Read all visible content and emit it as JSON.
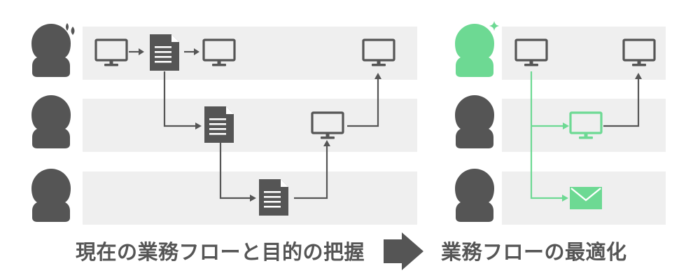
{
  "captions": {
    "before": "現在の業務フローと目的の把握",
    "after": "業務フローの最適化"
  },
  "colors": {
    "lane": "#efefef",
    "dark": "#555555",
    "accent": "#6dd993",
    "white": "#ffffff"
  },
  "icons": {
    "person": "person-icon",
    "monitor": "monitor-icon",
    "document": "document-icon",
    "mail": "mail-icon",
    "sweat": "sweat-drops-icon",
    "sparkle": "sparkle-icon",
    "transition_arrow": "arrow-right-icon"
  },
  "panels": {
    "before": {
      "lanes": 3,
      "people": 3,
      "highlighted_person": "none",
      "person_badge": "sweat"
    },
    "after": {
      "lanes": 3,
      "people": 3,
      "highlighted_person": "top",
      "person_badge": "sparkle"
    }
  }
}
